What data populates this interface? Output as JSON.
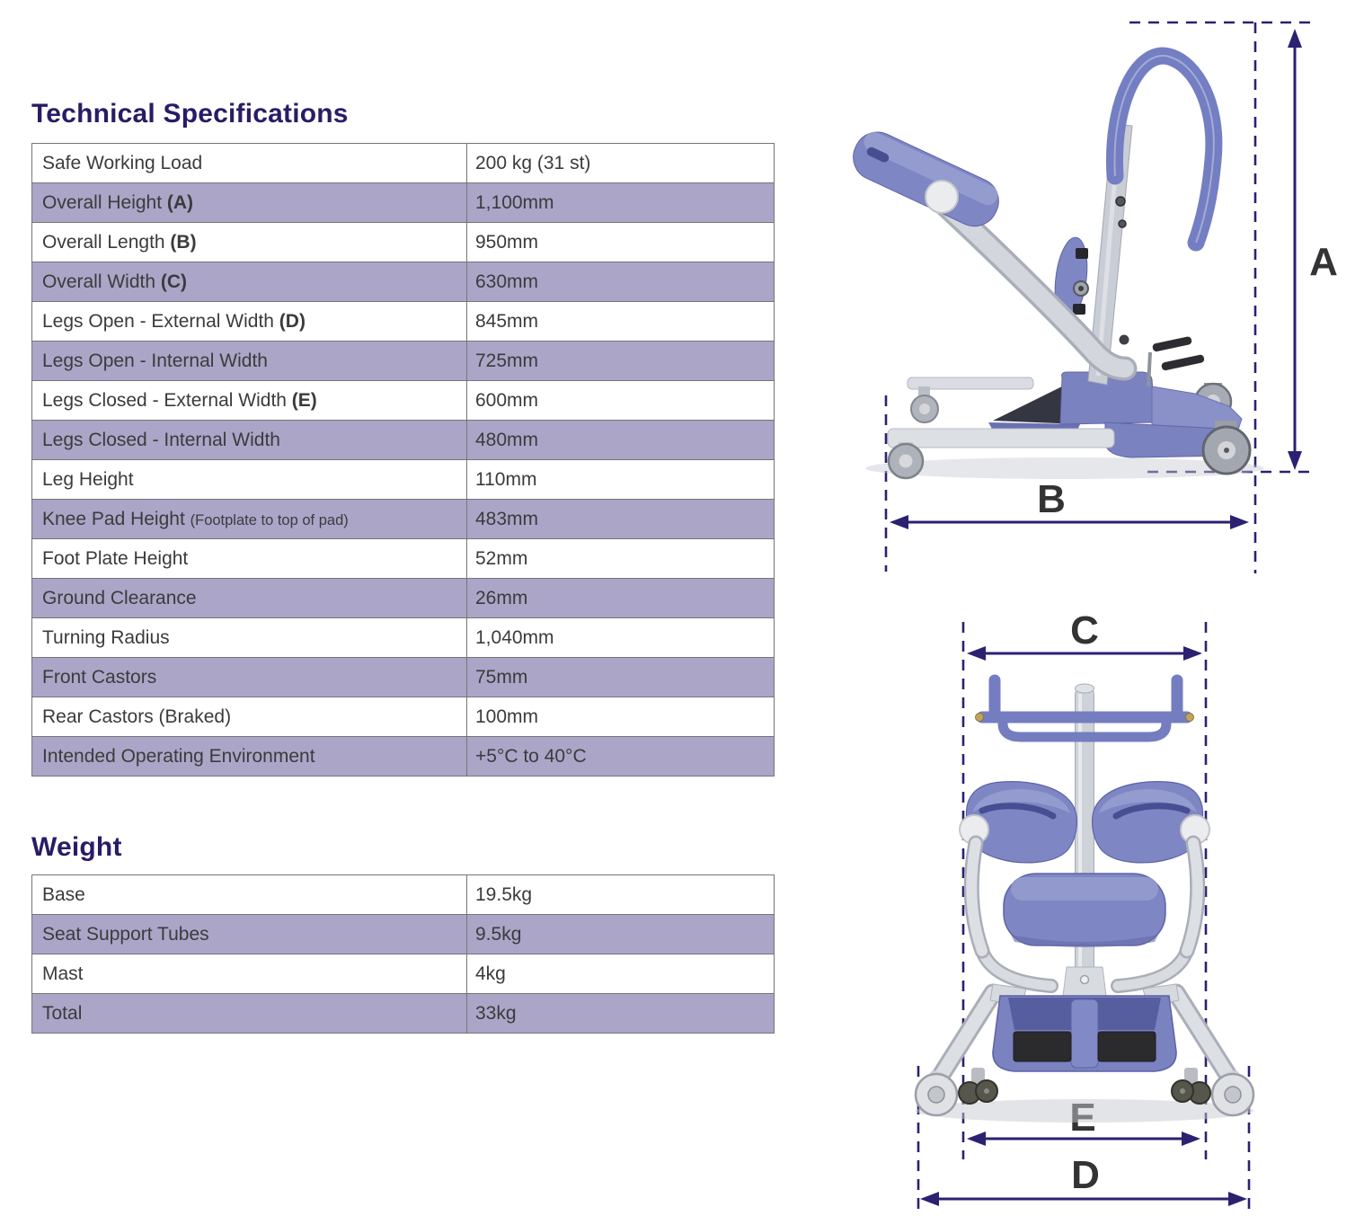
{
  "spec_table": {
    "title": "Technical Specifications",
    "rows": [
      {
        "label": "Safe Working Load",
        "value": "200 kg (31 st)"
      },
      {
        "label": "Overall Height ",
        "label_bold": "(A)",
        "value": "1,100mm"
      },
      {
        "label": "Overall Length ",
        "label_bold": "(B)",
        "value": "950mm"
      },
      {
        "label": "Overall Width ",
        "label_bold": "(C)",
        "value": "630mm"
      },
      {
        "label": "Legs Open - External Width ",
        "label_bold": "(D)",
        "value": "845mm"
      },
      {
        "label": "Legs Open - Internal Width",
        "value": "725mm"
      },
      {
        "label": "Legs Closed - External Width ",
        "label_bold": "(E)",
        "value": "600mm"
      },
      {
        "label": "Legs Closed - Internal Width",
        "value": "480mm"
      },
      {
        "label": "Leg Height",
        "value": "110mm"
      },
      {
        "label": "Knee Pad Height ",
        "label_small": "(Footplate to top of pad)",
        "value": "483mm"
      },
      {
        "label": "Foot Plate Height",
        "value": "52mm"
      },
      {
        "label": "Ground Clearance",
        "value": "26mm"
      },
      {
        "label": "Turning Radius",
        "value": "1,040mm"
      },
      {
        "label": "Front Castors",
        "value": "75mm"
      },
      {
        "label": "Rear Castors (Braked)",
        "value": "100mm"
      },
      {
        "label": "Intended Operating Environment",
        "value": "+5°C to 40°C"
      }
    ]
  },
  "weight_table": {
    "title": "Weight",
    "rows": [
      {
        "label": "Base",
        "value": "19.5kg"
      },
      {
        "label": "Seat Support Tubes",
        "value": "9.5kg"
      },
      {
        "label": "Mast",
        "value": "4kg"
      },
      {
        "label": "Total",
        "value": "33kg"
      }
    ]
  },
  "diagrams": {
    "side_view": {
      "label_a": "A",
      "label_b": "B"
    },
    "front_view": {
      "label_c": "C",
      "label_d": "D",
      "label_e": "E"
    }
  },
  "colors": {
    "heading": "#2a1b66",
    "row_shade": "#aba5c8",
    "table_border": "#757578",
    "annotation": "#2b2171",
    "dimension_label": "#333333",
    "product_blue": "#7e86c4",
    "product_metal": "#ced2d9"
  }
}
